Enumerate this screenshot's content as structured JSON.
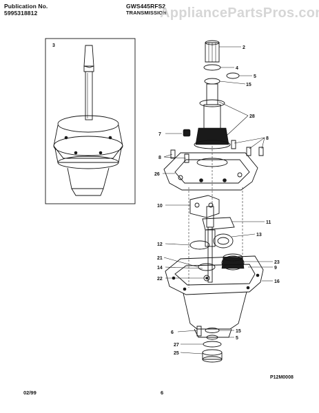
{
  "header": {
    "publication_label": "Publication No.",
    "publication_number": "5995318812",
    "model": "GWS445RFS2",
    "section_title": "TRANSMISSION"
  },
  "watermark": "AppliancePartsPros.com",
  "inset_label": "3",
  "callouts": [
    {
      "id": "c2",
      "text": "2"
    },
    {
      "id": "c4",
      "text": "4"
    },
    {
      "id": "c5a",
      "text": "5"
    },
    {
      "id": "c15a",
      "text": "15"
    },
    {
      "id": "c28",
      "text": "28"
    },
    {
      "id": "c7",
      "text": "7"
    },
    {
      "id": "c8a",
      "text": "8"
    },
    {
      "id": "c8b",
      "text": "8"
    },
    {
      "id": "c26",
      "text": "26"
    },
    {
      "id": "c10",
      "text": "10"
    },
    {
      "id": "c11",
      "text": "11"
    },
    {
      "id": "c13",
      "text": "13"
    },
    {
      "id": "c12",
      "text": "12"
    },
    {
      "id": "c21",
      "text": "21"
    },
    {
      "id": "c23",
      "text": "23"
    },
    {
      "id": "c14",
      "text": "14"
    },
    {
      "id": "c9",
      "text": "9"
    },
    {
      "id": "c22",
      "text": "22"
    },
    {
      "id": "c16",
      "text": "16"
    },
    {
      "id": "c6",
      "text": "6"
    },
    {
      "id": "c15b",
      "text": "15"
    },
    {
      "id": "c5b",
      "text": "5"
    },
    {
      "id": "c27",
      "text": "27"
    },
    {
      "id": "c25",
      "text": "25"
    }
  ],
  "diagram_code": "P12M0008",
  "footer": {
    "date": "02/99",
    "page": "6"
  }
}
